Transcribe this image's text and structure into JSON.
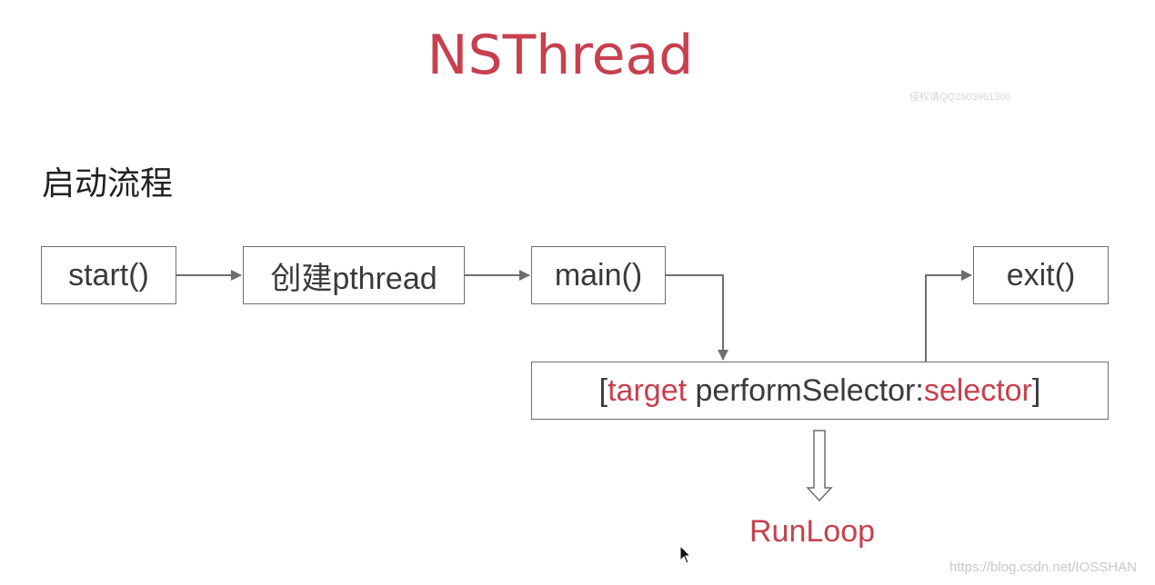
{
  "title": "NSThread",
  "section_label": "启动流程",
  "nodes": {
    "start": "start()",
    "create_pthread": "创建pthread",
    "main": "main()",
    "exit": "exit()",
    "perform": {
      "open_bracket": "[",
      "target": "target",
      "method": " performSelector:",
      "selector": "selector",
      "close_bracket": "]"
    }
  },
  "runloop_label": "RunLoop",
  "watermark_top": "侵权请QQ2503961306",
  "footer_watermark": "https://blog.csdn.net/IOSSHAN",
  "colors": {
    "accent": "#c8404e",
    "text": "#3a3a3a",
    "border": "#6e6e6e"
  }
}
